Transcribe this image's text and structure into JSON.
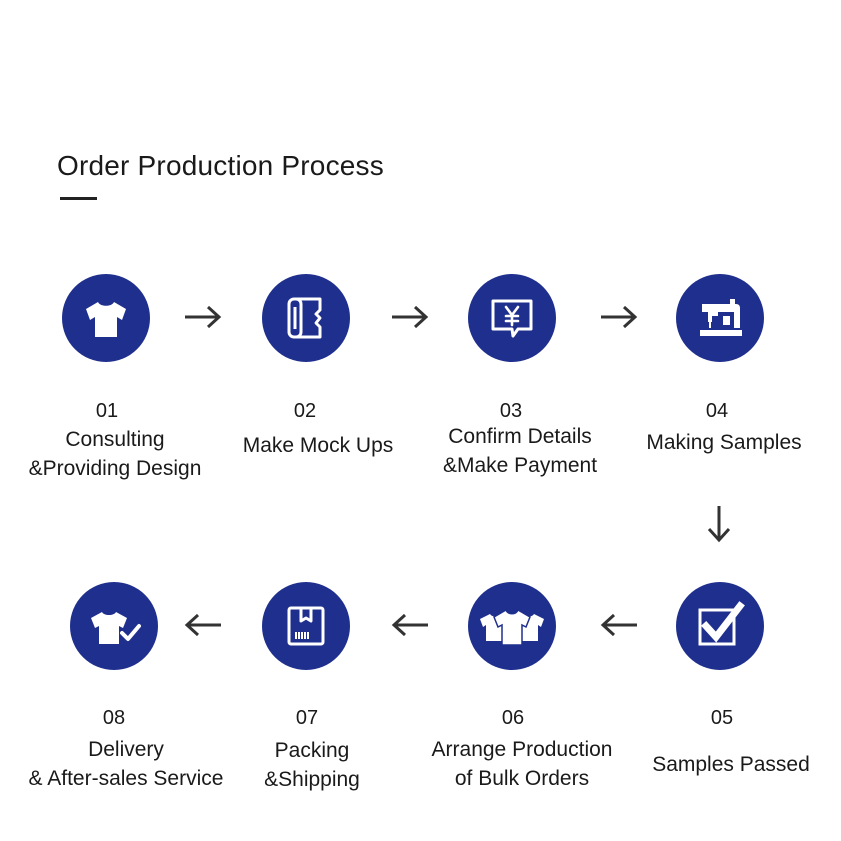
{
  "title": "Order Production Process",
  "colors": {
    "circle": "#1f2f8d",
    "icon": "#ffffff",
    "arrow": "#333333",
    "text": "#1a1a1a"
  },
  "steps": [
    {
      "num": "01",
      "line1": "Consulting",
      "line2": "&Providing Design",
      "icon": "tshirt-icon"
    },
    {
      "num": "02",
      "line1": "Make Mock Ups",
      "line2": "",
      "icon": "fabric-roll-icon"
    },
    {
      "num": "03",
      "line1": "Confirm Details",
      "line2": "&Make Payment",
      "icon": "yen-invoice-icon"
    },
    {
      "num": "04",
      "line1": "Making Samples",
      "line2": "",
      "icon": "sewing-machine-icon"
    },
    {
      "num": "05",
      "line1": "Samples Passed",
      "line2": "",
      "icon": "checkbox-icon"
    },
    {
      "num": "06",
      "line1": "Arrange Production",
      "line2": "of Bulk Orders",
      "icon": "tshirt-group-icon"
    },
    {
      "num": "07",
      "line1": "Packing",
      "line2": "&Shipping",
      "icon": "package-box-icon"
    },
    {
      "num": "08",
      "line1": "Delivery",
      "line2": "& After-sales Service",
      "icon": "tshirt-check-icon"
    }
  ]
}
